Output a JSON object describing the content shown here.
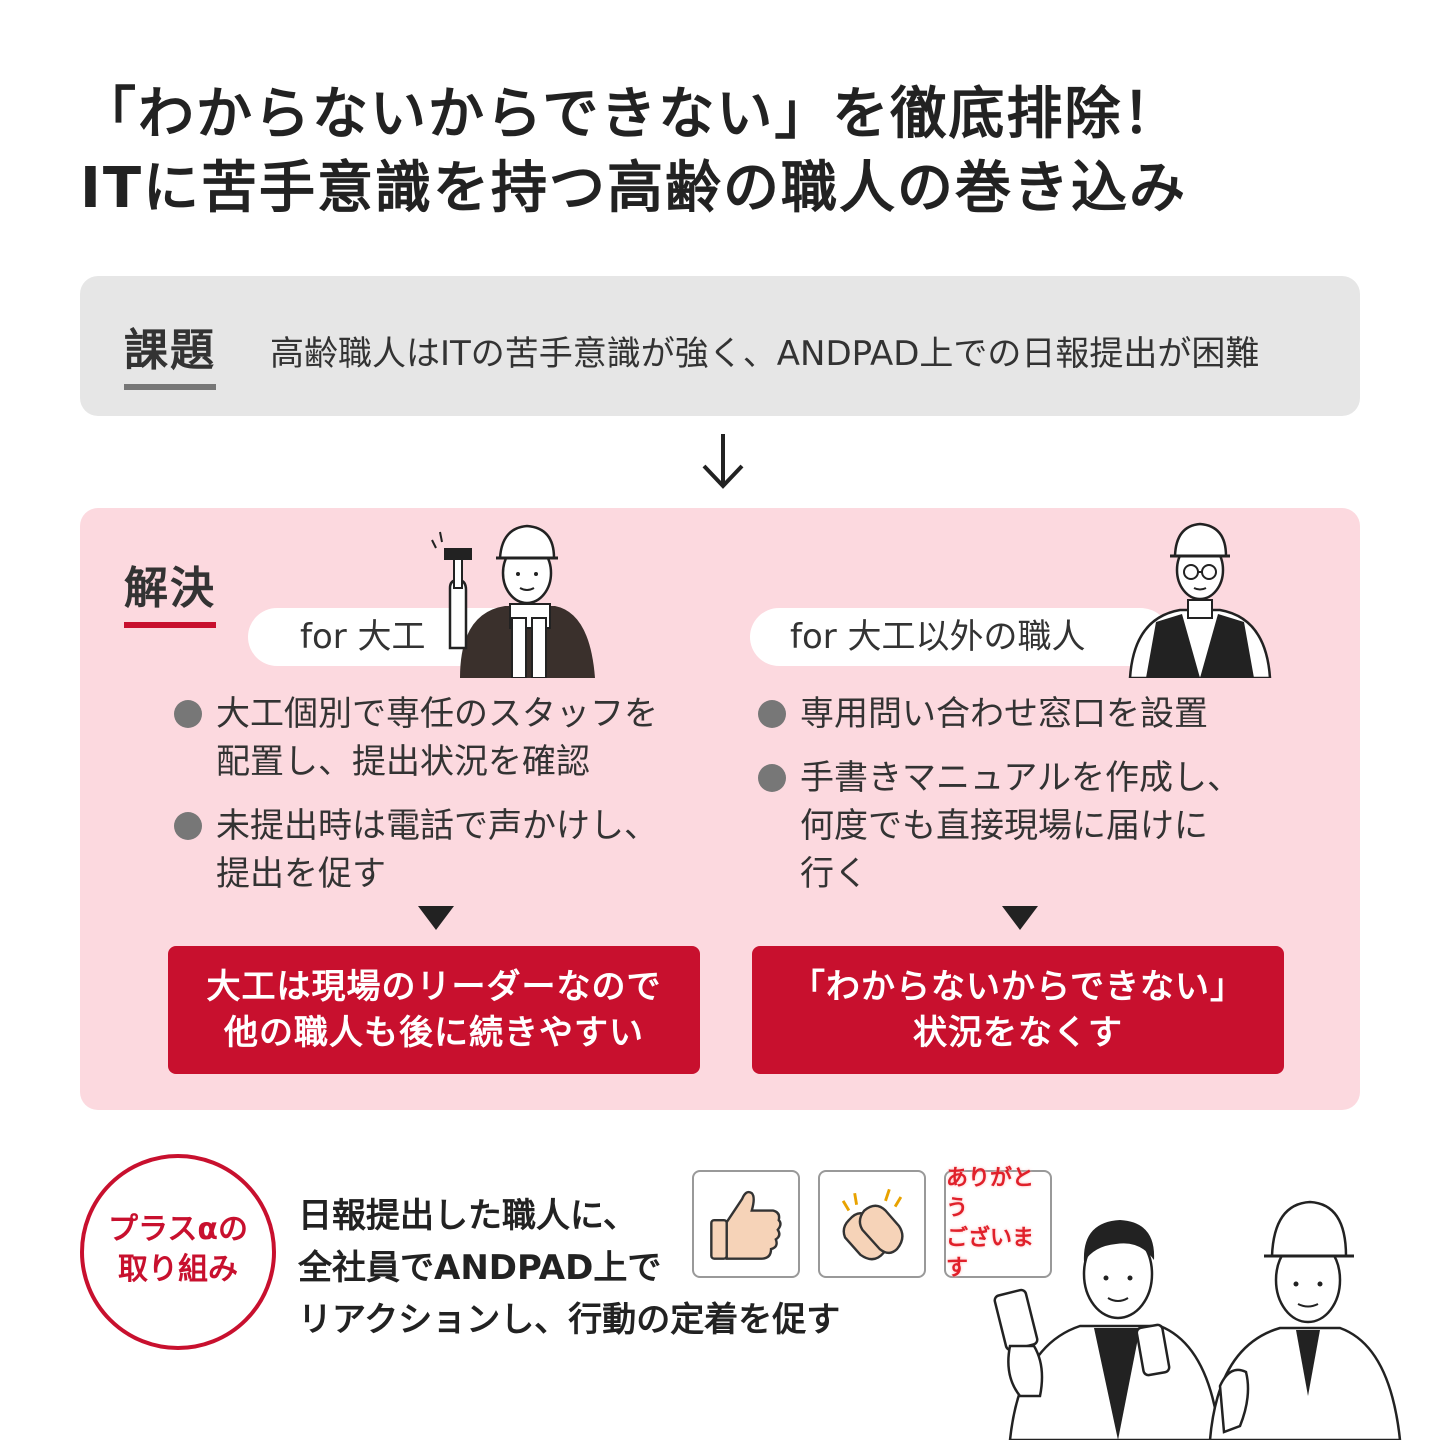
{
  "title": {
    "line1": "「わからないからできない」を徹底排除！",
    "line2": "ITに苦手意識を持つ高齢の職人の巻き込み"
  },
  "problem": {
    "label": "課題",
    "text": "高齢職人はITの苦手意識が強く、ANDPAD上での日報提出が困難"
  },
  "solution": {
    "label": "解決",
    "left": {
      "pill": "for 大工",
      "bullets": [
        {
          "l1": "大工個別で専任のスタッフを",
          "l2": "配置し、提出状況を確認"
        },
        {
          "l1": "未提出時は電話で声かけし、",
          "l2": "提出を促す"
        }
      ],
      "result_l1": "大工は現場のリーダーなので",
      "result_l2": "他の職人も後に続きやすい"
    },
    "right": {
      "pill": "for  大工以外の職人",
      "bullets": [
        {
          "l1": "専用問い合わせ窓口を設置"
        },
        {
          "l1": "手書きマニュアルを作成し、",
          "l2": "何度でも直接現場に届けに",
          "l3": "行く"
        }
      ],
      "result_l1": "「わからないからできない」",
      "result_l2": "状況をなくす"
    }
  },
  "plus": {
    "circle_l1": "プラスαの",
    "circle_l2": "取り組み",
    "text_l1": "日報提出した職人に、",
    "text_l2": "全社員でANDPAD上で",
    "text_l3": "リアクションし、行動の定着を促す",
    "reactions": {
      "thumbs": "thumbs-up-icon",
      "clap": "clapping-hands-icon",
      "thanks_l1": "ありがとう",
      "thanks_l2": "ございます"
    }
  },
  "colors": {
    "accent": "#c8102e",
    "pink_bg": "#fcd9df",
    "gray_bg": "#e6e6e6"
  }
}
